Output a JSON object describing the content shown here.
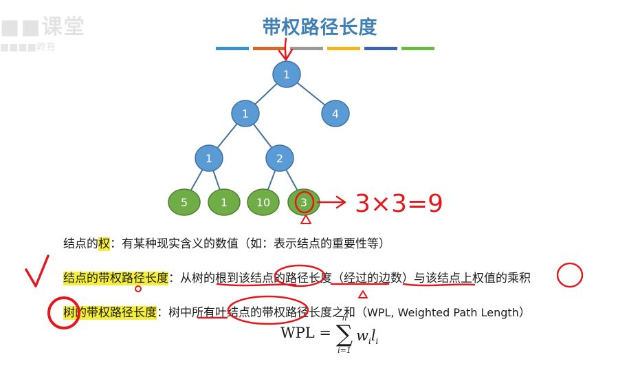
{
  "watermark": {
    "main": "■■课堂",
    "sub": "■■■■教育"
  },
  "title": "带权路径长度",
  "color_bar": [
    "#3d8fd0",
    "#d4682c",
    "#9a9a9a",
    "#f2b71e",
    "#3f64ad",
    "#6ab944"
  ],
  "tree": {
    "root": "1",
    "level2": [
      "1",
      "4"
    ],
    "level3": [
      "1",
      "2"
    ],
    "leaves": [
      "5",
      "1",
      "10",
      "3"
    ],
    "node_color": "#5b9bd5",
    "node_border": "#41719c",
    "leaf_color": "#70ad47",
    "leaf_border": "#507e32"
  },
  "annotation": {
    "calc": "3×3=9"
  },
  "def1": {
    "prefix": "结点的",
    "term": "权",
    "text": "：有某种现实含义的数值（如：表示结点的重要性等）"
  },
  "def2": {
    "term": "结点的带权路径长度",
    "text": "：从树的根到该结点的路径长度（经过的边数）与该结点上权值的乘积"
  },
  "def3": {
    "term": "树的带权路径长度",
    "text_cn": "：树中所有叶结点的带权路径长度之和（",
    "text_en": "WPL, Weighted Path Length",
    "text_end": "）"
  },
  "formula": {
    "lhs": "WPL =",
    "upper": "n",
    "lower": "i=1",
    "term_w": "w",
    "term_l": "l",
    "sub": "i"
  },
  "ink_color": "#e3181c"
}
